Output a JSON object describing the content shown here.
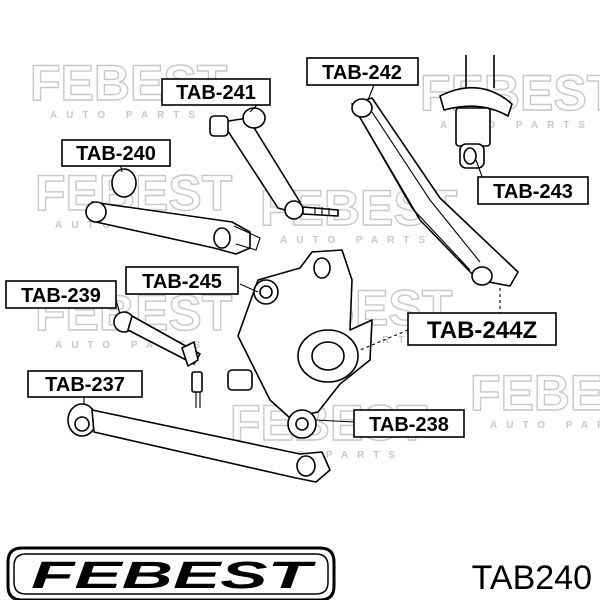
{
  "watermark": {
    "text": "FEBEST",
    "subtext": "AUTO PARTS",
    "color": "#c8c8c8"
  },
  "labels": [
    {
      "id": "tab-241",
      "text": "TAB-241"
    },
    {
      "id": "tab-242",
      "text": "TAB-242"
    },
    {
      "id": "tab-240",
      "text": "TAB-240"
    },
    {
      "id": "tab-243",
      "text": "TAB-243"
    },
    {
      "id": "tab-245",
      "text": "TAB-245"
    },
    {
      "id": "tab-239",
      "text": "TAB-239"
    },
    {
      "id": "tab-244z",
      "text": "TAB-244Z"
    },
    {
      "id": "tab-237",
      "text": "TAB-237"
    },
    {
      "id": "tab-238",
      "text": "TAB-238"
    }
  ],
  "brand": {
    "logo_text": "FEBEST",
    "part_code": "TAB240"
  },
  "colors": {
    "ink": "#000000",
    "background": "#ffffff"
  }
}
